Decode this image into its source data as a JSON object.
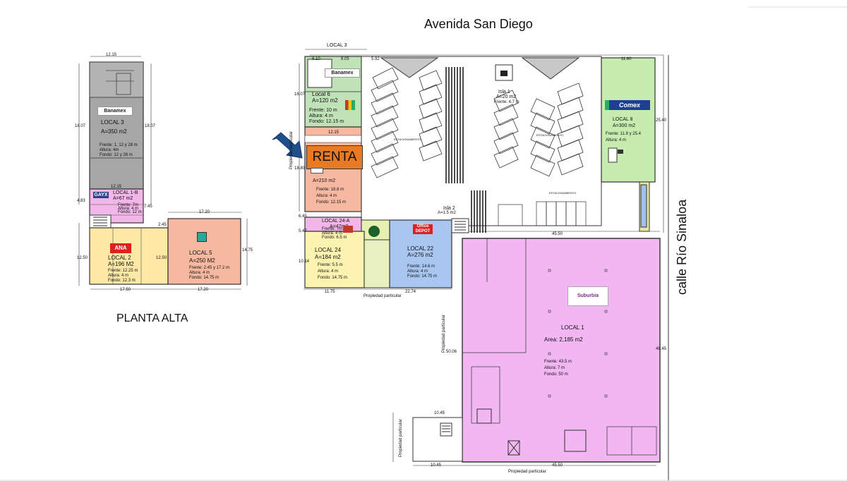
{
  "streets": {
    "north": "Avenida San Diego",
    "east": "calle Río Sinaloa"
  },
  "upper_floor": {
    "title": "PLANTA ALTA",
    "dims": {
      "top": "12.15",
      "left": "18.07",
      "right": "18.07",
      "d12": "12.15",
      "d483": "4.83",
      "d745": "7.45",
      "d1720a": "17.20",
      "d1250": "12.50",
      "d1250b": "12.50",
      "d1475": "14.75",
      "d1750": "17.50",
      "d1720b": "17.20",
      "d245": "2.45"
    },
    "local3": {
      "brand": "Banamex",
      "name": "LOCAL 3",
      "area": "A=350 m2",
      "frente": "Frente: 1, 12 y 28 m",
      "altura": "Altura: 4m",
      "fondo": "Fondo: 12 y 28 m"
    },
    "local1b": {
      "brand": "GAYX",
      "name": "LOCAL 1-B",
      "area": "A=67 m2",
      "frente": "Frente: 7m",
      "altura": "Altura: 4 m",
      "fondo": "Fondo: 12 m"
    },
    "local2": {
      "brand": "ANA",
      "name": "LOCAL 2",
      "area": "A=196 M2",
      "frente": "Frente: 12.25 m",
      "altura": "Altura: 4 m",
      "fondo": "Fondo: 12.3 m"
    },
    "local5": {
      "name": "LOCAL 5",
      "area": "A=250 M2",
      "frente": "Frente: 2.45 y 17.2 m",
      "altura": "Altura: 4 m",
      "fondo": "Fondo: 14.75 m"
    }
  },
  "ground_floor": {
    "local3_label": "LOCAL 3",
    "renta": "RENTA",
    "propiedad_particular": "Propiedad particular",
    "estacionamiento": "ESTACIONAMIENTO",
    "local6": {
      "brand": "Banamex",
      "name": "Local 6",
      "area": "A=120 m2",
      "frente": "Frente: 10 m",
      "altura": "Altura: 4 m",
      "fondo": "Fondo: 12.15 m"
    },
    "local_renta": {
      "area": "A=210 m2",
      "frente": "Frente: 18.8 m",
      "altura": "Altura: 4 m",
      "fondo": "Fondo: 12.15 m"
    },
    "isla1": {
      "name": "Isla 1",
      "area": "A=20 m2",
      "frente": "Frente: 4.7 m"
    },
    "isla2": {
      "name": "Isla 2",
      "area": "A=1.5 m2"
    },
    "local8": {
      "brand": "Comex",
      "name": "LOCAL 8",
      "area": "A=300 m2",
      "frente": "Frente: 11.8 y 25.4",
      "altura": "Altura: 4 m"
    },
    "local24a": {
      "name": "LOCAL 24-A",
      "area": "A=47m2",
      "frente": "Frente: 7m",
      "altura": "Altura: 4 m",
      "fondo": "Fondo: 6.5 m"
    },
    "local24": {
      "name": "LOCAL 24",
      "area": "A=184 m2",
      "frente": "Frente: 5.5 m",
      "altura": "Altura: 4 m",
      "fondo": "Fondo: 14.75 m"
    },
    "local22": {
      "brand": "Office DEPOT",
      "name": "LOCAL 22",
      "area": "A=276 m2",
      "frente": "Frente: 14.6 m",
      "altura": "Altura: 4 m",
      "fondo": "Fondo: 14.75 m"
    },
    "local1": {
      "brand": "Suburbia",
      "name": "LOCAL 1",
      "area": "Area: 2,185 m2",
      "frente": "Frente: 43.5 m",
      "altura": "Altura: 7 m",
      "fondo": "Fondo: 50 m"
    },
    "dims": {
      "d610": "6.10",
      "d805": "8.05",
      "d592": "5.92",
      "d1607": "16.07",
      "d1880": "18.80",
      "d1215": "12.15",
      "d1180": "11.80",
      "d2540": "25.40",
      "d4350": "45.50",
      "d5006": "50.06",
      "d4845": "48.45",
      "d1175": "11.75",
      "d2274": "22.74",
      "d1045": "10.45",
      "d1045b": "10.45",
      "d4550": "45.50",
      "d547": "5.47",
      "d1014": "10.14",
      "d645": "6.45"
    }
  }
}
